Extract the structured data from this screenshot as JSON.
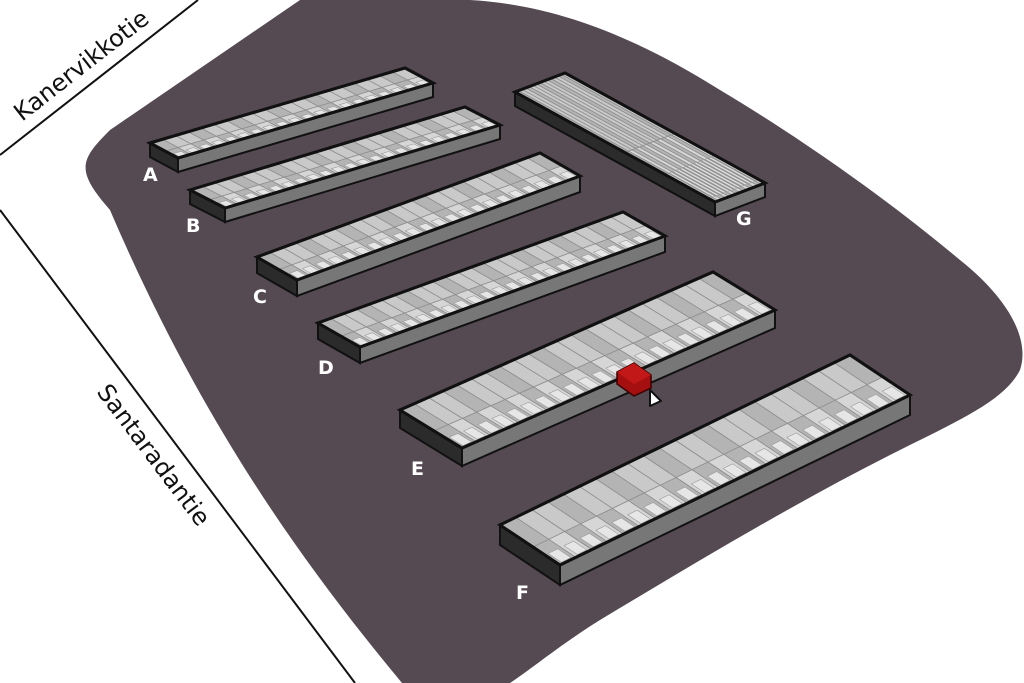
{
  "streets": {
    "north": "Kanervikkotie",
    "west": "Santaradantie"
  },
  "blocks": [
    {
      "id": "A",
      "label": "A"
    },
    {
      "id": "B",
      "label": "B"
    },
    {
      "id": "C",
      "label": "C"
    },
    {
      "id": "D",
      "label": "D"
    },
    {
      "id": "E",
      "label": "E"
    },
    {
      "id": "F",
      "label": "F"
    },
    {
      "id": "G",
      "label": "G"
    }
  ],
  "highlight": {
    "block": "E",
    "color": "#a50f0f"
  },
  "colors": {
    "ground": "#554a52",
    "unit": "#c9c9c9",
    "unit_alt": "#b4b4b4",
    "unit_dark": "#8e8e8e",
    "outline": "#111111",
    "street_line": "#111111"
  },
  "icons": {
    "marker": "triangle-pointer"
  }
}
